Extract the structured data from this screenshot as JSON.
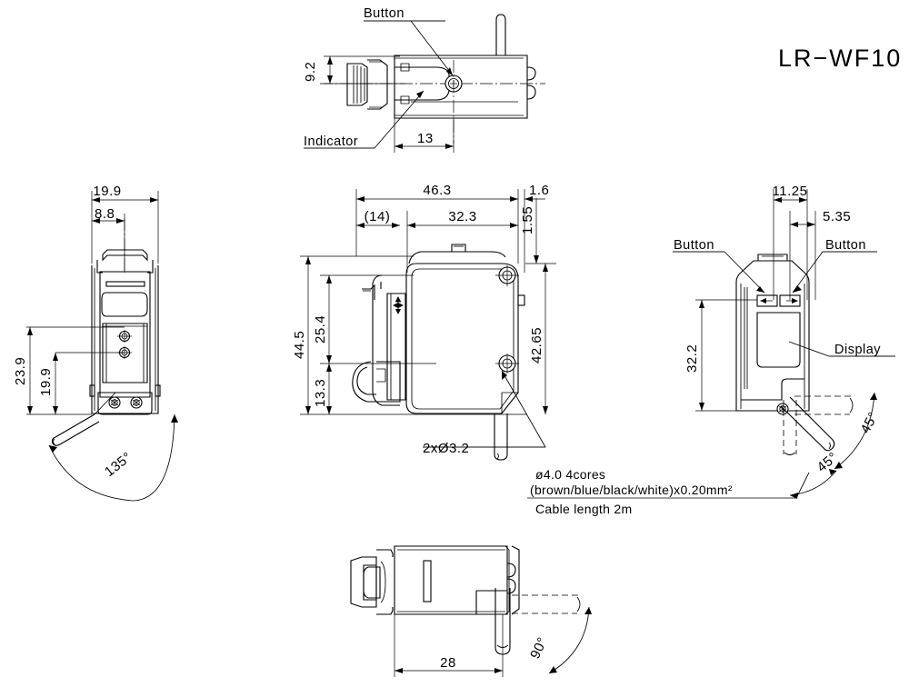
{
  "drawing": {
    "title": "LR−WF10",
    "background_color": "#ffffff",
    "line_color": "#000000",
    "views": [
      "top-view",
      "front-view",
      "side-view",
      "rear-view",
      "bottom-view"
    ]
  },
  "top_view": {
    "labels": {
      "button": "Button",
      "indicator": "Indicator"
    },
    "dimensions": {
      "height_9_2": "9.2",
      "depth_13": "13"
    }
  },
  "front_view": {
    "dimensions": {
      "width_19_9": "19.9",
      "width_8_8": "8.8",
      "height_23_9": "23.9",
      "height_19_9": "19.9",
      "angle_135": "135°"
    }
  },
  "side_view": {
    "dimensions": {
      "length_46_3": "46.3",
      "length_14": "(14)",
      "length_32_3": "32.3",
      "length_1_6": "1.6",
      "height_1_55": "1.55",
      "height_44_5": "44.5",
      "height_25_4": "25.4",
      "height_13_3": "13.3",
      "height_42_65": "42.65",
      "hole_callout": "2xØ3.2"
    }
  },
  "rear_view": {
    "labels": {
      "button_left": "Button",
      "button_right": "Button",
      "display": "Display"
    },
    "dimensions": {
      "width_11_25": "11.25",
      "width_5_35": "5.35",
      "height_32_2": "32.2",
      "angle_45_a": "45°",
      "angle_45_b": "45°"
    }
  },
  "bottom_view": {
    "dimensions": {
      "length_28": "28",
      "angle_90": "90°"
    }
  },
  "cable_note": {
    "line1": "ø4.0  4cores",
    "line2": "(brown/blue/black/white)x0.20mm²",
    "line3": "Cable length  2m"
  }
}
